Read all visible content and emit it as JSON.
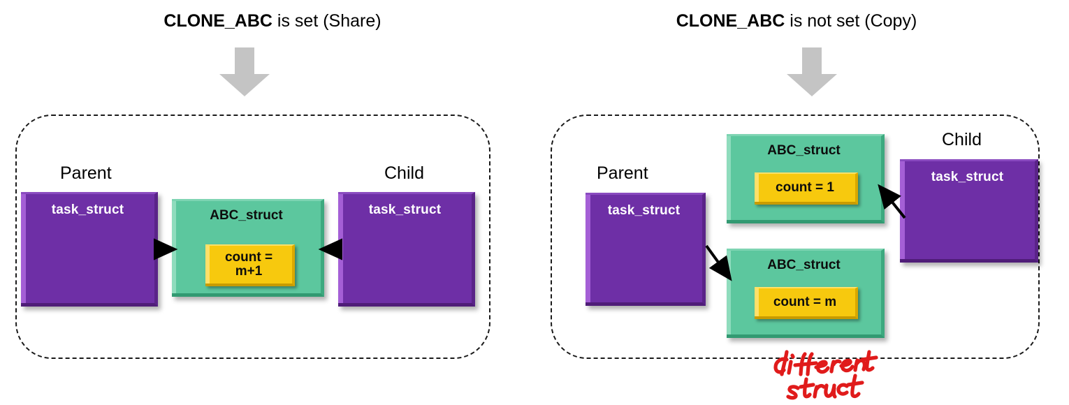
{
  "panels": [
    {
      "id": "share",
      "title_strong": "CLONE_ABC",
      "title_rest": " is set (Share)",
      "parent_caption": "Parent",
      "child_caption": "Child",
      "parent_label": "task_struct",
      "child_label": "task_struct",
      "structs": [
        {
          "name": "ABC_struct",
          "count_label": "count =\nm+1"
        }
      ]
    },
    {
      "id": "copy",
      "title_strong": "CLONE_ABC",
      "title_rest": " is not set (Copy)",
      "parent_caption": "Parent",
      "child_caption": "Child",
      "parent_label": "task_struct",
      "child_label": "task_struct",
      "structs": [
        {
          "name": "ABC_struct",
          "count_label": "count = 1"
        },
        {
          "name": "ABC_struct",
          "count_label": "count = m"
        }
      ]
    }
  ],
  "annotation": {
    "text_line1": "different",
    "text_line2": "struct",
    "color": "#e01b1b"
  },
  "icons": {
    "down_arrow": "grey-down-arrow",
    "link_arrow": "black-arrow"
  },
  "colors": {
    "purple": "#6e2fa6",
    "green": "#5cc79e",
    "yellow": "#f7c90e",
    "grey_arrow": "#c4c4c4",
    "dash_border": "#1a1a1a",
    "background": "#ffffff"
  }
}
